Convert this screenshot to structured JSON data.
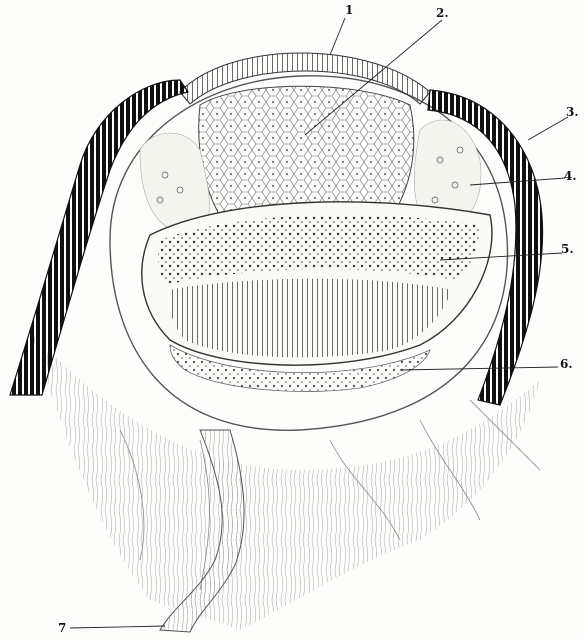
{
  "figure": {
    "labels": [
      {
        "id": "1",
        "text": "1"
      },
      {
        "id": "2",
        "text": "2."
      },
      {
        "id": "3",
        "text": "3."
      },
      {
        "id": "4",
        "text": "4."
      },
      {
        "id": "5",
        "text": "5."
      },
      {
        "id": "6",
        "text": "6."
      },
      {
        "id": "7",
        "text": "7"
      }
    ]
  }
}
